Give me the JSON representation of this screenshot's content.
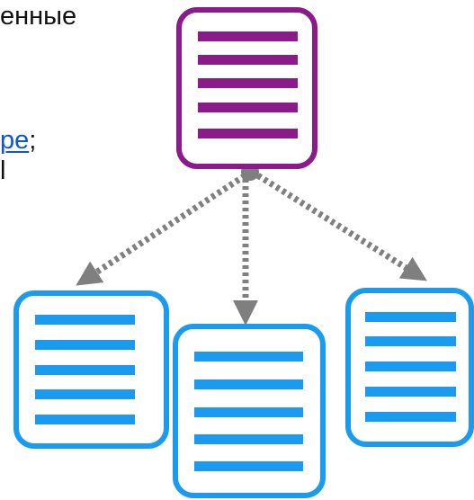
{
  "text": {
    "line1": "енные",
    "line2_link": "ре",
    "line2_suffix": ";",
    "line3": "l"
  },
  "colors": {
    "parent_doc": "#8b1a8b",
    "child_doc": "#1a9bf0",
    "arrow": "#7f7f7f",
    "link": "#1155cc",
    "text": "#111111"
  },
  "icons": [
    "document-icon",
    "dotted-arrow"
  ]
}
